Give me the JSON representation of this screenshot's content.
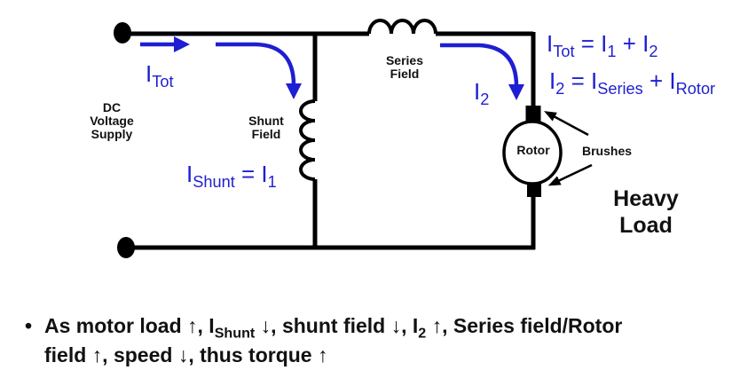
{
  "colors": {
    "accent_blue": "#1e1ed2",
    "text_black": "#111111",
    "wire_black": "#000000"
  },
  "diagram": {
    "dc_supply": {
      "line1": "DC",
      "line2": "Voltage",
      "line3": "Supply"
    },
    "shunt_field": {
      "line1": "Shunt",
      "line2": "Field"
    },
    "series_field": {
      "line1": "Series",
      "line2": "Field"
    },
    "rotor": "Rotor",
    "brushes": "Brushes",
    "heavy_load": {
      "line1": "Heavy",
      "line2": "Load"
    },
    "itot_label": {
      "base": "I",
      "sub": "Tot"
    },
    "i2_label": {
      "base": "I",
      "sub": "2"
    },
    "ishunt_eq": {
      "p1": "I",
      "s1": "Shunt",
      "p2": " = I",
      "s2": "1"
    },
    "eq1": {
      "p1": "I",
      "s1": "Tot",
      "p2": " = I",
      "s2": "1",
      "p3": " + I",
      "s3": "2"
    },
    "eq2": {
      "p1": "I",
      "s1": "2",
      "p2": " = I",
      "s2": "Series",
      "p3": " + I",
      "s3": "Rotor"
    }
  },
  "note": {
    "bullet": "•",
    "line1": {
      "p1": "As motor load ↑, I",
      "s1": "Shunt",
      "p2": " ↓, shunt field ↓, I",
      "s2": "2",
      "p3": " ↑, Series field/Rotor"
    },
    "line2": "field ↑, speed ↓, thus torque ↑"
  }
}
